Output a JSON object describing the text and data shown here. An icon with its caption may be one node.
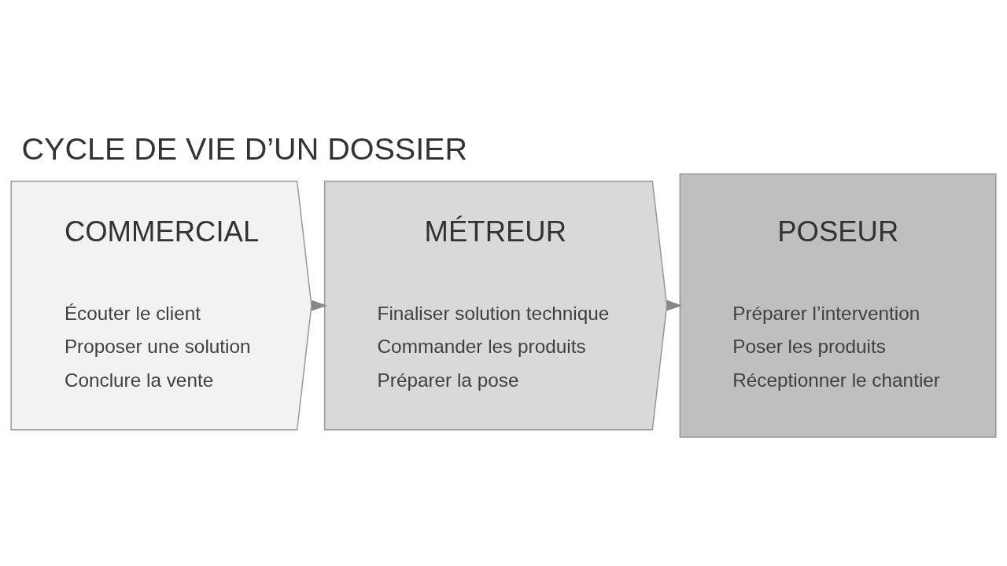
{
  "diagram": {
    "title": "CYCLE DE VIE D’UN DOSSIER",
    "nodes": [
      {
        "text": [
          "COMMERCIAL",
          "Écouter le client",
          "Proposer une solution",
          "Conclure la vente"
        ]
      },
      {
        "text": [
          "MÉTREUR",
          "Finaliser solution technique",
          "Commander les produits",
          "Préparer la pose"
        ]
      },
      {
        "text": [
          "POSEUR",
          "Préparer l’intervention",
          "Poser les produits",
          "Réceptionner le chantier"
        ]
      }
    ],
    "edges": [
      {
        "from": 0,
        "to": 1,
        "arrow": "to"
      },
      {
        "from": 1,
        "to": 2,
        "arrow": "to"
      }
    ]
  }
}
